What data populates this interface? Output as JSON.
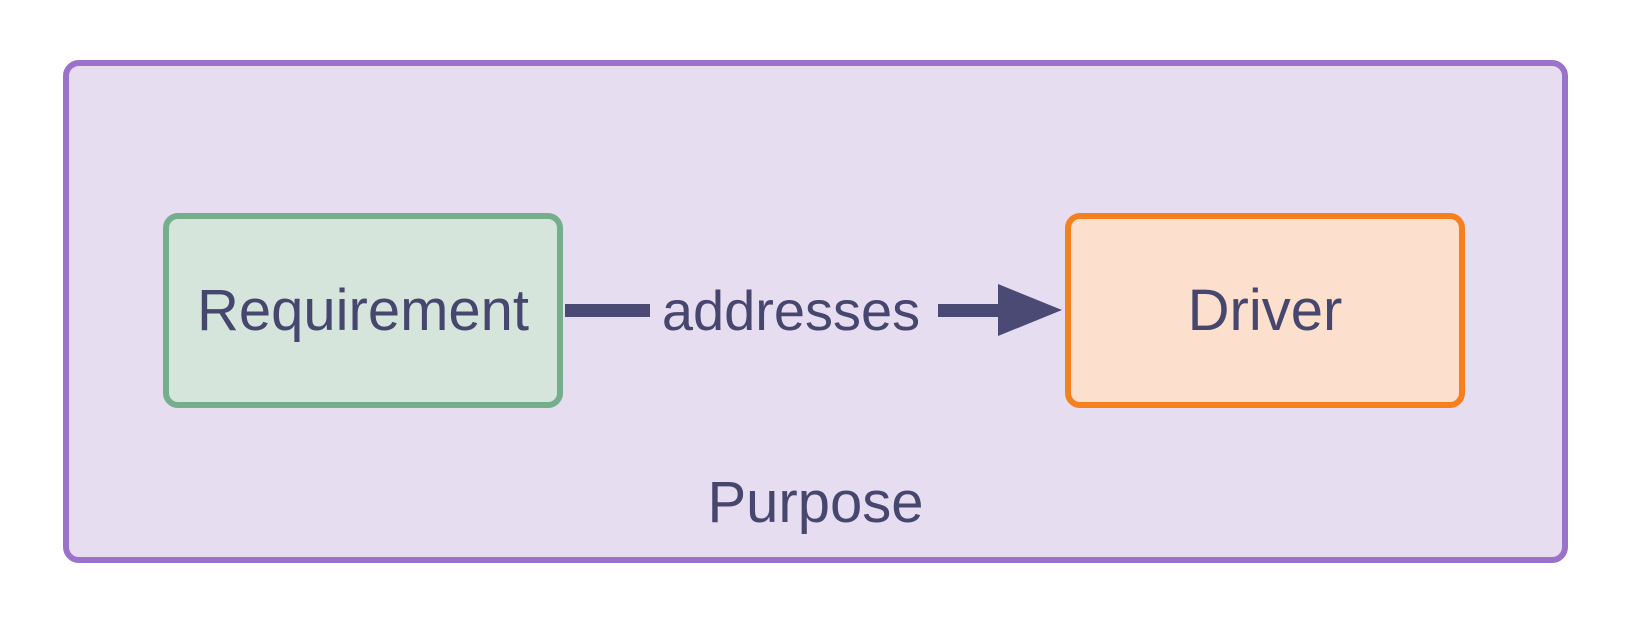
{
  "diagram": {
    "type": "flowchart",
    "background_color": "#FFFFFF",
    "text_color": "#46466E",
    "container": {
      "label": "Purpose",
      "fill_color": "#E6DDF0",
      "border_color": "#9B72C9"
    },
    "nodes": [
      {
        "id": "requirement",
        "label": "Requirement",
        "fill_color": "#D6E5DC",
        "border_color": "#74AE8C"
      },
      {
        "id": "driver",
        "label": "Driver",
        "fill_color": "#FCDFCD",
        "border_color": "#F5801D"
      }
    ],
    "edges": [
      {
        "from": "requirement",
        "to": "driver",
        "label": "addresses",
        "color": "#4A4A74",
        "arrow": "filled-triangle-right"
      }
    ]
  }
}
